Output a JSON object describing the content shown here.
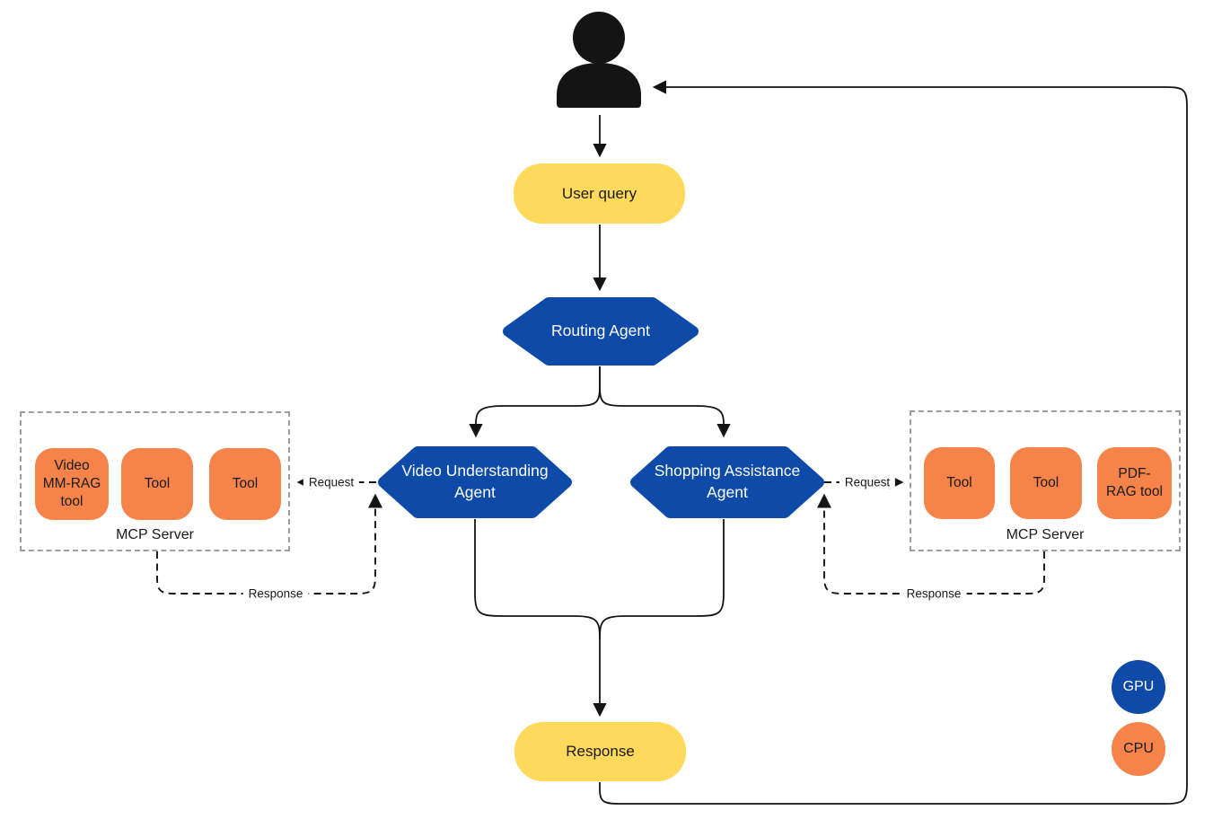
{
  "nodes": {
    "user_query": {
      "label": "User query"
    },
    "routing_agent": {
      "label": "Routing Agent"
    },
    "video_agent": {
      "label": "Video Understanding Agent"
    },
    "shopping_agent": {
      "label": "Shopping Assistance Agent"
    },
    "response": {
      "label": "Response"
    }
  },
  "mcp_servers": {
    "left": {
      "title": "MCP Server",
      "tools": [
        "Video MM-RAG tool",
        "Tool",
        "Tool"
      ]
    },
    "right": {
      "title": "MCP Server",
      "tools": [
        "Tool",
        "Tool",
        "PDF-RAG tool"
      ]
    }
  },
  "edges": {
    "left_request": "Request",
    "left_response": "Response",
    "right_request": "Request",
    "right_response": "Response"
  },
  "legend": [
    {
      "label": "GPU",
      "color": "#0e4aa8"
    },
    {
      "label": "CPU",
      "color": "#f5834a"
    }
  ],
  "icons": {
    "user": "person-icon"
  },
  "colors": {
    "blue": "#0e4aa8",
    "orange": "#f5834a",
    "yellow": "#ffd95c",
    "line": "#141414",
    "border_gray": "#9e9e9e",
    "text_dark": "#1a1a1a"
  }
}
